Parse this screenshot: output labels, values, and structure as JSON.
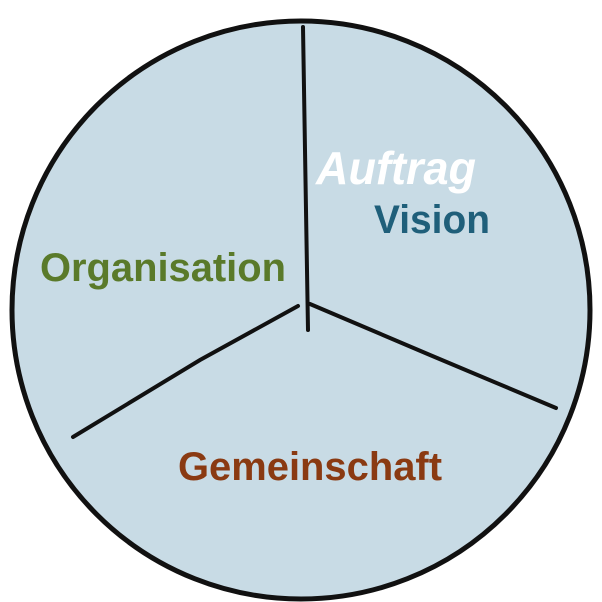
{
  "diagram": {
    "type": "segmented-circle",
    "segments": [
      {
        "id": "auftrag-vision",
        "labels": [
          "Auftrag",
          "Vision"
        ]
      },
      {
        "id": "organisation",
        "labels": [
          "Organisation"
        ]
      },
      {
        "id": "gemeinschaft",
        "labels": [
          "Gemeinschaft"
        ]
      }
    ]
  },
  "labels": {
    "auftrag": "Auftrag",
    "vision": "Vision",
    "organisation": "Organisation",
    "gemeinschaft": "Gemeinschaft"
  },
  "colors": {
    "circle_fill": "#c8dbe5",
    "outline": "#111111",
    "auftrag": "#ffffff",
    "vision": "#1f5f7a",
    "organisation": "#5a7a2a",
    "gemeinschaft": "#8a3a12"
  }
}
